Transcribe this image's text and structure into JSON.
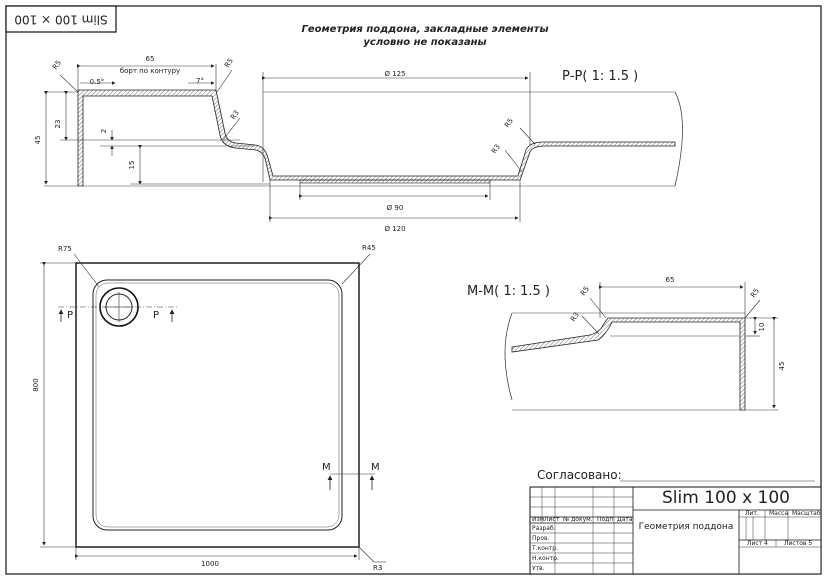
{
  "stamp_rotated": "Slim 100 × 100",
  "note_line1": "Геометрия поддона, закладные элементы",
  "note_line2": "условно не показаны",
  "section_pp": {
    "title": "Р-Р( 1: 1.5 )",
    "dim_65": "65",
    "dim_65_caption": "борт по контуру",
    "angle_05": "0.5°",
    "angle_7": "7°",
    "r5_left": "R5",
    "r5_top": "R5",
    "r3_a": "R3",
    "r5_right": "R5",
    "r3_b": "R3",
    "dim_125": "Ø 125",
    "dim_45": "45",
    "dim_23": "23",
    "dim_2": "2",
    "dim_15": "15",
    "dim_90": "Ø 90",
    "dim_120": "Ø 120"
  },
  "plan": {
    "r75": "R75",
    "r45": "R45",
    "r3": "R3",
    "dim_800": "800",
    "dim_1000": "1000",
    "p_left": "P",
    "p_right": "P",
    "m_left": "M",
    "m_right": "M"
  },
  "section_mm": {
    "title": "М-М( 1: 1.5 )",
    "dim_65": "65",
    "r5_a": "R5",
    "r5_b": "R5",
    "r3": "R3",
    "dim_10": "10",
    "dim_45": "45"
  },
  "title_block": {
    "approved": "Согласовано:",
    "name": "Slim 100 x 100",
    "subtitle": "Геометрия поддона",
    "col_izm": "Изм",
    "col_list": "Лист",
    "col_doc": "№ докум.",
    "col_podp": "Подп",
    "col_data": "Дата",
    "row_razrab": "Разраб.",
    "row_prov": "Пров.",
    "row_tkontr": "Т.контр.",
    "row_nkontr": "Н.контр.",
    "row_utv": "Утв.",
    "lit": "Лит.",
    "massa": "Масса",
    "masshtab": "Масштаб",
    "sheet": "Лист 4",
    "sheets": "Листов 5"
  }
}
